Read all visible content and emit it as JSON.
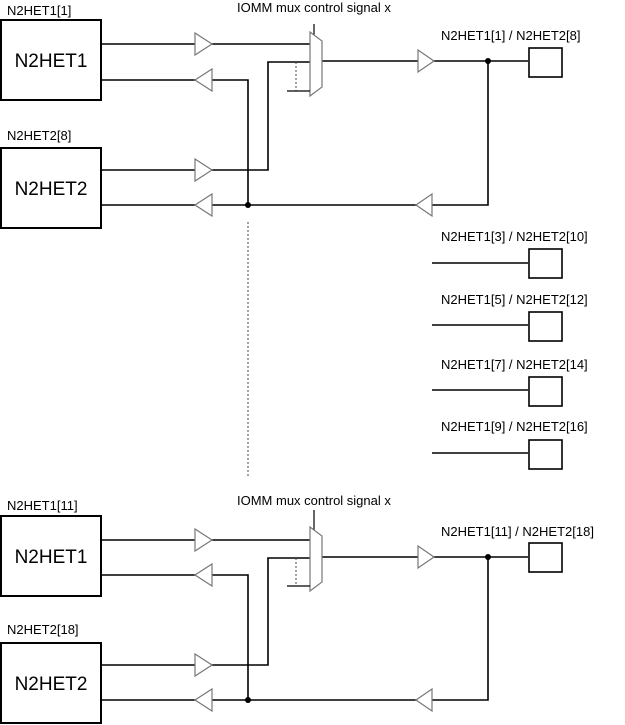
{
  "top": {
    "label_het1": "N2HET1[1]",
    "block_het1": "N2HET1",
    "label_het2": "N2HET2[8]",
    "block_het2": "N2HET2",
    "mux_label": "IOMM mux control signal x",
    "pin_label": "N2HET1[1] / N2HET2[8]"
  },
  "middle_pins": [
    {
      "label": "N2HET1[3] / N2HET2[10]"
    },
    {
      "label": "N2HET1[5] / N2HET2[12]"
    },
    {
      "label": "N2HET1[7] / N2HET2[14]"
    },
    {
      "label": "N2HET1[9] / N2HET2[16]"
    }
  ],
  "bottom": {
    "label_het1": "N2HET1[11]",
    "block_het1": "N2HET1",
    "label_het2": "N2HET2[18]",
    "block_het2": "N2HET2",
    "mux_label": "IOMM mux control signal x",
    "pin_label": "N2HET1[11] / N2HET2[18]"
  }
}
